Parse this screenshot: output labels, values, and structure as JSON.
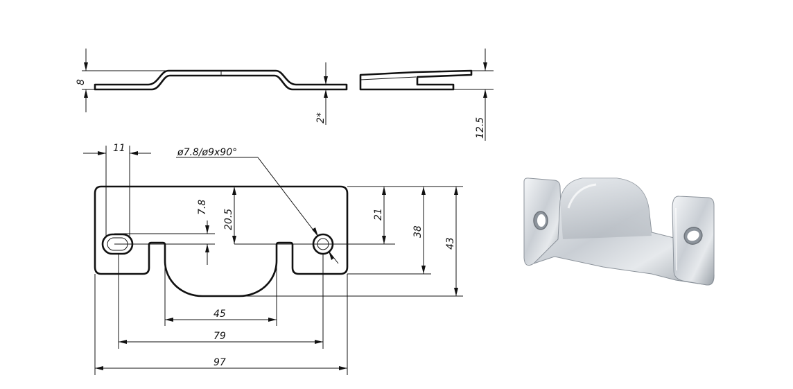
{
  "drawing": {
    "side_view": {
      "dim_height": "8",
      "dim_thickness": "2*"
    },
    "end_view": {
      "dim_height": "12.5"
    },
    "top_view": {
      "dim_slot_offset": "11",
      "dim_hole_spec": "ø7.8/ø9x90°",
      "dim_slot_depth": "7.8",
      "dim_center_height": "20.5",
      "dim_hole_height": "21",
      "dim_body_height": "38",
      "dim_total_height": "43",
      "dim_notch_width": "45",
      "dim_hole_spacing": "79",
      "dim_total_width": "97"
    }
  },
  "photo": {
    "description_icon": "metal-bracket-photo"
  }
}
